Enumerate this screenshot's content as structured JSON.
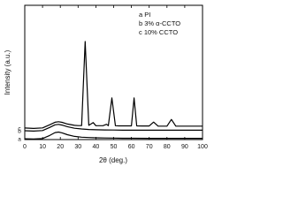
{
  "chart_data": {
    "type": "line",
    "title": "",
    "xlabel": "2θ (deg.)",
    "ylabel": "Intensity (a.u.)",
    "xlim": [
      0,
      100
    ],
    "x_ticks": [
      "0",
      "10",
      "20",
      "30",
      "40",
      "50",
      "60",
      "70",
      "80",
      "90",
      "100"
    ],
    "y_ticks_shown": false,
    "grid": false,
    "legend": {
      "placement": "top-right",
      "entries": [
        "a PI",
        "b 3% α-CCTO",
        "c 10% CCTO"
      ]
    },
    "curve_labels": [
      "a",
      "b",
      "c"
    ],
    "series": [
      {
        "name": "a PI",
        "color": "#000000",
        "x": [
          0,
          5,
          10,
          14,
          17,
          19,
          21,
          24,
          28,
          32,
          36,
          40,
          45,
          50,
          55,
          60,
          70,
          80,
          90,
          100
        ],
        "y": [
          0.6,
          0.4,
          0.8,
          3.0,
          5.2,
          5.6,
          5.0,
          3.6,
          2.4,
          1.8,
          1.5,
          1.3,
          1.2,
          1.1,
          1.0,
          1.0,
          0.9,
          0.9,
          0.9,
          0.9
        ]
      },
      {
        "name": "b 3% α-CCTO",
        "color": "#000000",
        "x": [
          0,
          5,
          10,
          14,
          17,
          19,
          21,
          24,
          28,
          32,
          36,
          40,
          45,
          50,
          55,
          60,
          70,
          80,
          90,
          100
        ],
        "y": [
          6.6,
          6.3,
          6.7,
          9.0,
          11.0,
          11.3,
          10.8,
          9.6,
          8.4,
          7.9,
          7.5,
          7.3,
          7.2,
          7.1,
          7.0,
          7.0,
          7.0,
          7.0,
          7.0,
          7.0
        ]
      },
      {
        "name": "c 10% CCTO",
        "color": "#000000",
        "x": [
          0,
          5,
          10,
          14,
          17,
          19,
          21,
          24,
          28,
          30,
          32,
          34,
          36,
          38.5,
          40,
          44,
          46,
          47,
          49,
          51,
          53,
          57,
          60,
          61.5,
          63,
          66,
          70,
          72.5,
          75,
          80,
          82.5,
          85,
          90,
          95,
          100
        ],
        "y": [
          8.6,
          8.3,
          8.7,
          11.0,
          12.9,
          13.3,
          12.8,
          11.6,
          10.6,
          10.4,
          10.4,
          73.0,
          10.6,
          12.6,
          10.3,
          10.3,
          11.4,
          10.3,
          31.0,
          10.3,
          10.2,
          10.2,
          10.2,
          31.0,
          10.2,
          10.1,
          10.1,
          13.0,
          10.0,
          10.0,
          15.0,
          10.0,
          10.0,
          10.0,
          10.0
        ]
      }
    ]
  }
}
